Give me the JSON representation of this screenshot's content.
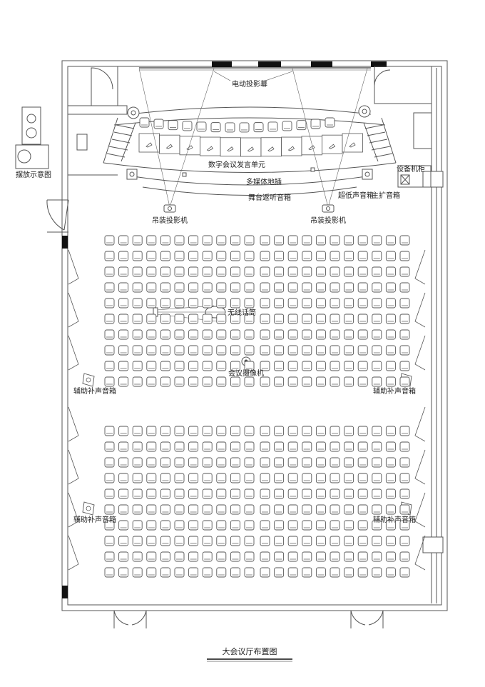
{
  "colors": {
    "line": "#555555",
    "dark": "#111111",
    "ink": "#222222",
    "fill": "#ffffff"
  },
  "labels": {
    "screen": "电动投影幕",
    "delegate_units": "数字会议发言单元",
    "floor_box": "多媒体地插",
    "stage_monitor": "舞台返听音箱",
    "subwoofer": "超低声音箱",
    "main_speaker": "主扩音箱",
    "projector_left": "吊装投影机",
    "projector_right": "吊装投影机",
    "equipment_rack": "设备机柜",
    "placement_diagram": "摆放示意图",
    "wireless_mic": "无线话筒",
    "camera": "会议摄像机",
    "aux_speaker_left_upper": "辅助补声音箱",
    "aux_speaker_right_upper": "辅助补声音箱",
    "aux_speaker_left_lower": "辅助补声音箱",
    "aux_speaker_right_lower": "辅助补声音箱",
    "drawing_title": "大会议厅布置图"
  },
  "seating": {
    "blocks": 4,
    "rows_per_block": 10,
    "seats_per_row": 11
  }
}
